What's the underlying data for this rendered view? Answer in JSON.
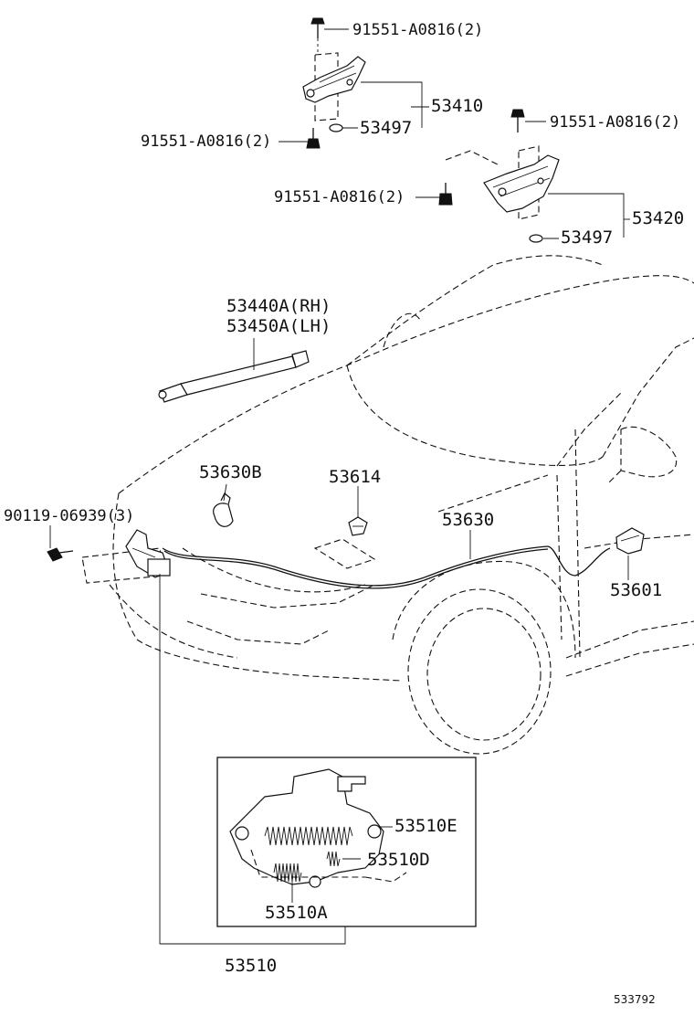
{
  "diagram": {
    "labels": {
      "bolt_top": "91551-A0816(2)",
      "hinge_rh": "53410",
      "washer_top": "53497",
      "bolt_left_top": "91551-A0816(2)",
      "bolt_right_top": "91551-A0816(2)",
      "bolt_mid": "91551-A0816(2)",
      "hinge_lh": "53420",
      "washer_mid": "53497",
      "support_rh": "53440A(RH)",
      "support_lh": "53450A(LH)",
      "clamp": "53630B",
      "clip": "53614",
      "bolt_lock": "90119-06939(3)",
      "cable": "53630",
      "handle": "53601",
      "spring_e": "53510E",
      "spring_d": "53510D",
      "spring_a": "53510A",
      "lock_assy": "53510",
      "diagram_no": "533792"
    }
  }
}
